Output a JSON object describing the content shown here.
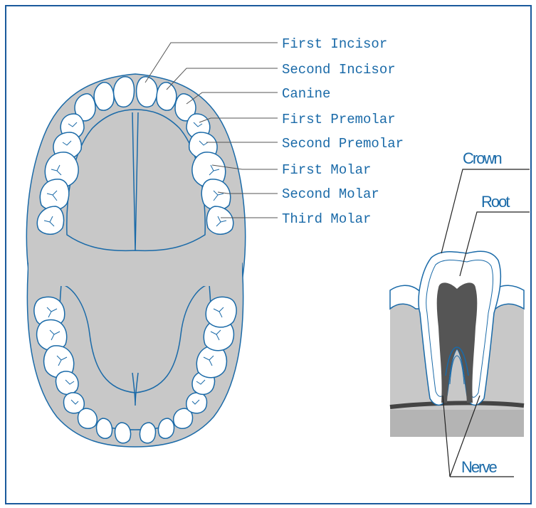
{
  "diagram": {
    "colors": {
      "border": "#1a5a9c",
      "outline": "#1a6aa8",
      "label_text": "#1a6aa8",
      "gum": "#c8c8c8",
      "pulp": "#555555",
      "bone_line": "#444444",
      "tooth_fill": "#ffffff"
    },
    "arch_labels": [
      "First Incisor",
      "Second Incisor",
      "Canine",
      "First Premolar",
      "Second Premolar",
      "First Molar",
      "Second Molar",
      "Third Molar"
    ],
    "cross_section": {
      "crown": "Crown",
      "root": "Root",
      "nerve": "Nerve"
    }
  }
}
